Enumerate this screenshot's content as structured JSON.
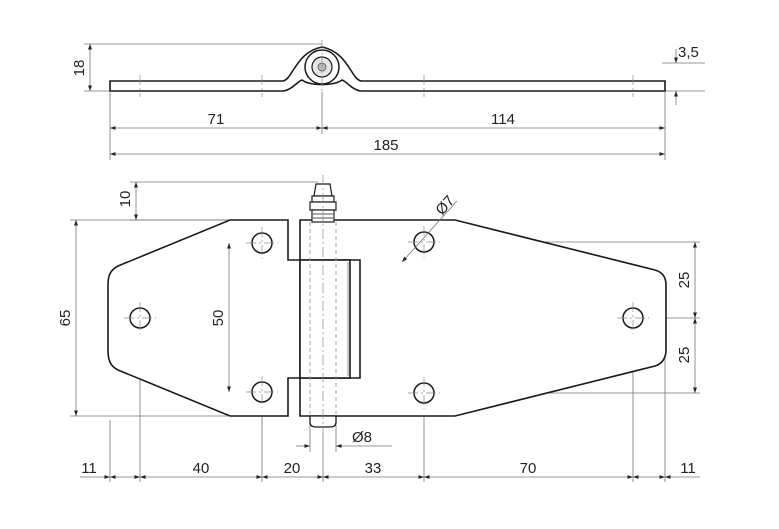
{
  "drawing": {
    "side_view": {
      "height_label": "18",
      "thickness_label": "3,5",
      "left_length_label": "71",
      "right_length_label": "114",
      "total_length_label": "185"
    },
    "front_view": {
      "grease_nipple_label": "10",
      "hole_diameter_label": "Ø7",
      "height_label": "65",
      "hole_spacing_left_label": "50",
      "hole_spacing_right_top_label": "25",
      "hole_spacing_right_bottom_label": "25",
      "pin_diameter_label": "Ø8",
      "bottom_dims": [
        "11",
        "40",
        "20",
        "33",
        "70",
        "11"
      ]
    }
  }
}
